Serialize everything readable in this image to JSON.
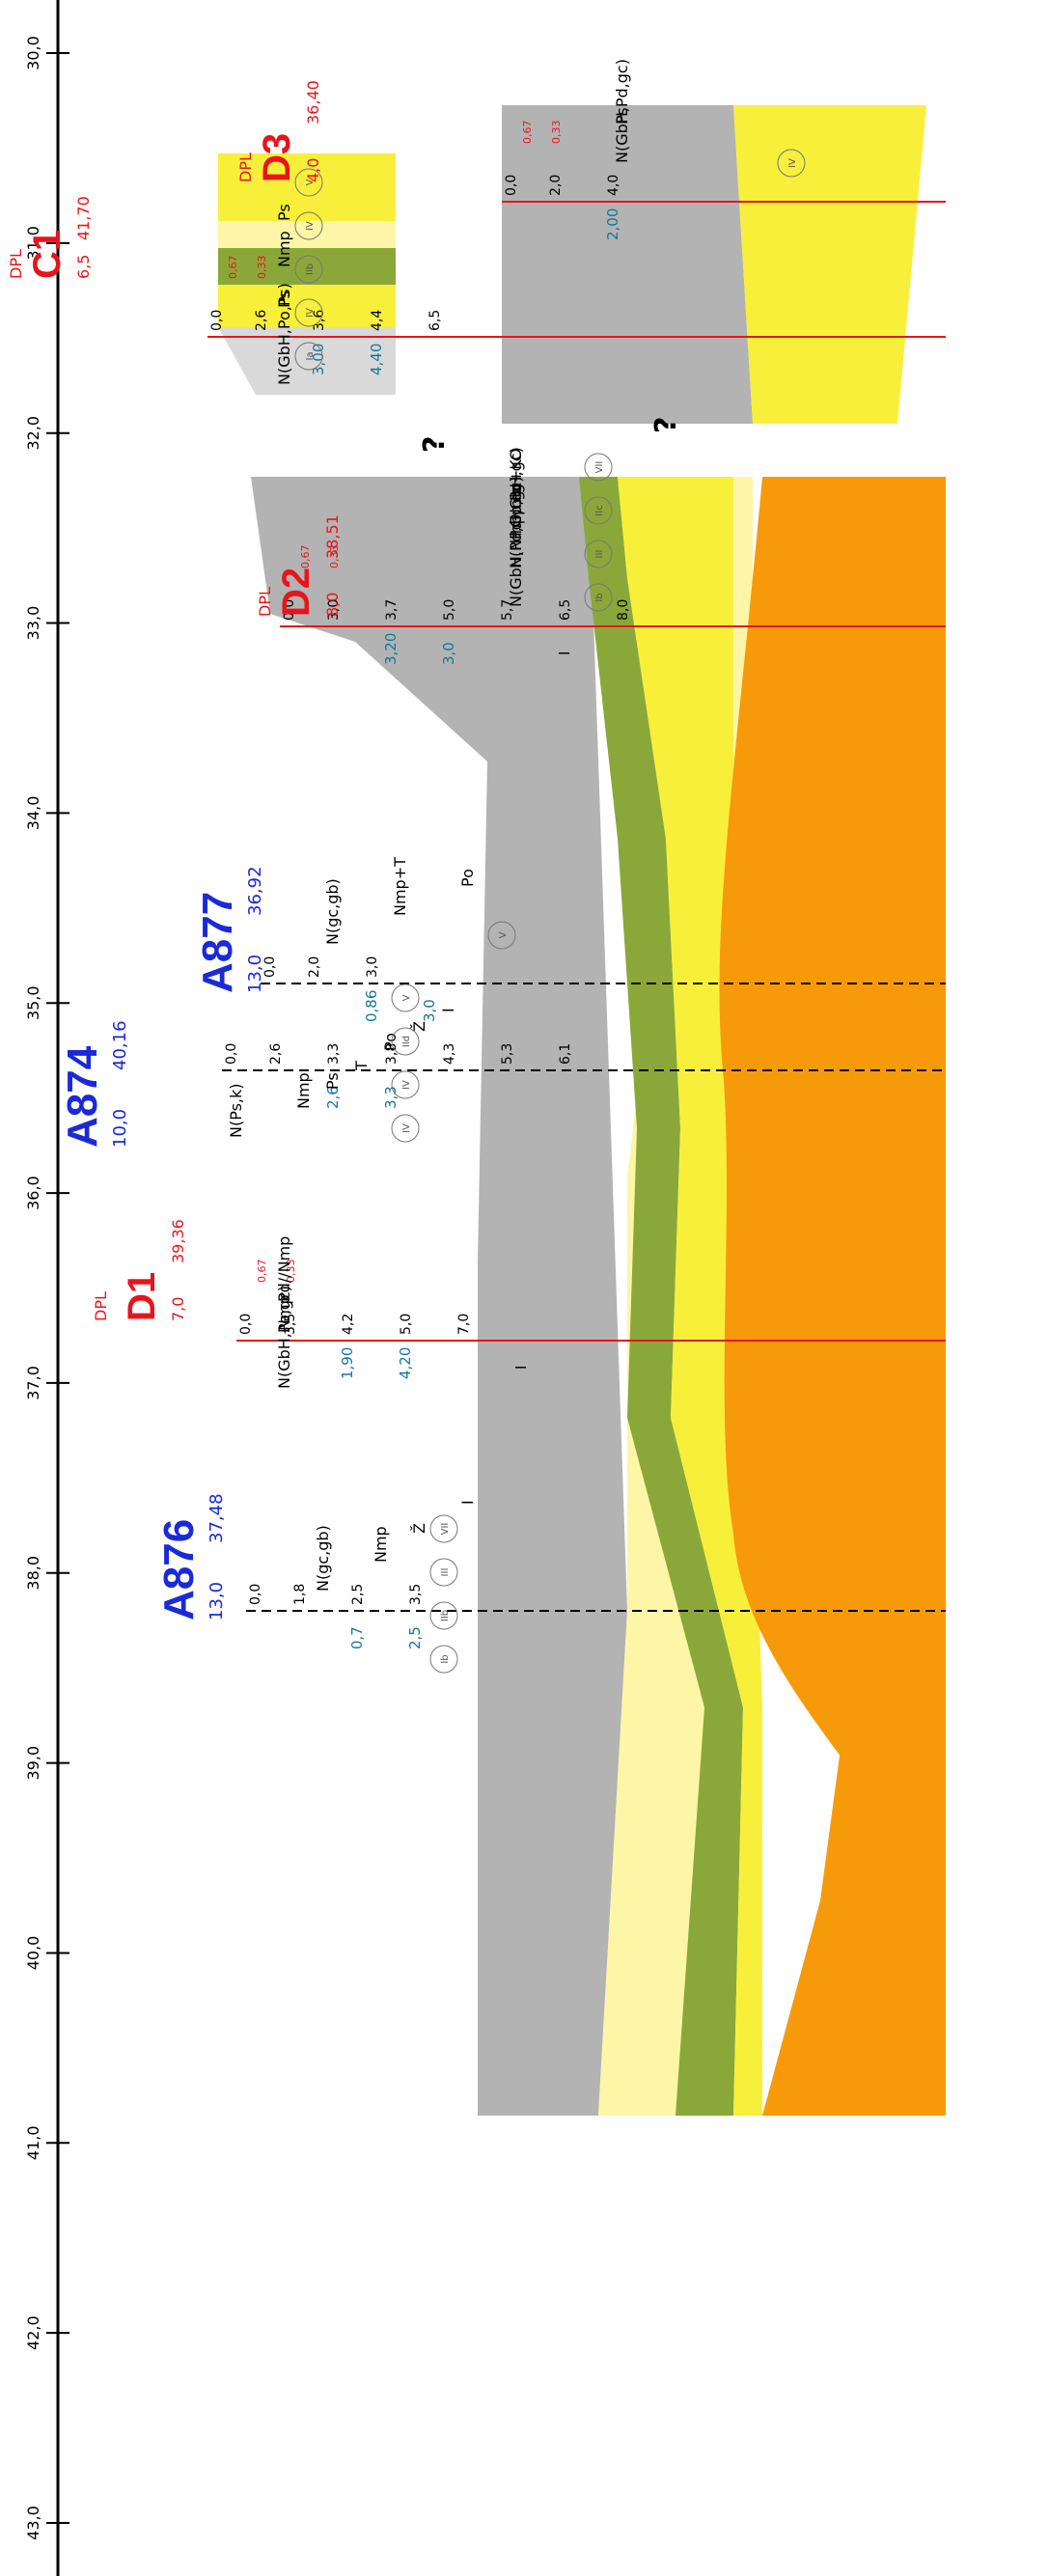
{
  "axis": {
    "labels": [
      "43,0",
      "42,0",
      "41,0",
      "40,0",
      "39,0",
      "38,0",
      "37,0",
      "36,0",
      "35,0",
      "34,0",
      "33,0",
      "32,0",
      "31,0",
      "30,0"
    ]
  },
  "colors": {
    "gray": "#b3b3b3",
    "light_gray": "#d9d9d9",
    "yellow": "#f8ef3a",
    "pale_yellow": "#fcf6a6",
    "olive": "#8aa83a",
    "orange": "#f79a0a",
    "red": "#e8141b",
    "blue": "#1a2ad8",
    "teal": "#12769c"
  },
  "probes": [
    {
      "id": "C1",
      "method": "DPL",
      "depth": "6,5",
      "elev": "41,70",
      "top_val": "0,0",
      "depths": [
        "2,6",
        "3,6",
        "4,4",
        "6,5"
      ],
      "layers": [
        "N(GbH,Po,Ps)",
        "Ps",
        "Nmp",
        "Ps"
      ],
      "water": [
        "3,00",
        "4,40"
      ],
      "scale_top": "0,67",
      "scale_bot": "0,33",
      "zones": [
        "Ia",
        "IV",
        "IIb",
        "IV",
        "V"
      ]
    },
    {
      "id": "D1",
      "method": "DPL",
      "depth": "7,0",
      "elev": "39,36",
      "top_val": "0,0",
      "depths": [
        "3,5",
        "4,2",
        "5,0",
        "7,0"
      ],
      "layers": [
        "N(GbH,Po,gc)",
        "Nmp",
        "Pd//Nmp"
      ],
      "water": [
        "1,90",
        "4,20"
      ],
      "scale_top": "0,67",
      "scale_bot": "0,33",
      "marks": [
        "I"
      ]
    },
    {
      "id": "D2",
      "method": "DPL",
      "depth": "8,0",
      "elev": "38,51",
      "top_val": "0,0",
      "depths": [
        "3,0",
        "3,7",
        "5,0",
        "5,7",
        "6,5",
        "8,0"
      ],
      "layers": [
        "N(GbH,Pd,Gp,gc)",
        "N(Nmp,GbH,gc)",
        "Pd",
        "Nmg",
        "Po+KO"
      ],
      "water": [
        "3,20",
        "3,0"
      ],
      "scale_top": "0,67",
      "scale_bot": "0,33",
      "zones": [
        "Ib",
        "III",
        "IIc",
        "VII"
      ],
      "marks": [
        "I"
      ]
    },
    {
      "id": "D3",
      "method": "DPL",
      "depth": "4,0",
      "elev": "36,40",
      "top_val": "0,0",
      "depths": [
        "2,0",
        "4,0"
      ],
      "layers": [
        "N(GbH,Pd,gc)",
        "Ps"
      ],
      "water": [
        "2,00"
      ],
      "scale_top": "0,67",
      "scale_bot": "0,33",
      "zones": [
        "IV"
      ]
    }
  ],
  "boreholes": [
    {
      "id": "A874",
      "depth": "10,0",
      "elev": "40,16",
      "top_val": "0,0",
      "depths": [
        "2,6",
        "3,3",
        "3,8",
        "4,3",
        "5,3",
        "6,1"
      ],
      "layers": [
        "N(Ps,k)",
        "Nmp",
        "Ps",
        "T",
        "Po",
        "Ž",
        "I"
      ],
      "water": [
        "2,6",
        "3,3"
      ],
      "zones": [
        "IV",
        "IV",
        "IId",
        "V"
      ]
    },
    {
      "id": "A876",
      "depth": "13,0",
      "elev": "37,48",
      "top_val": "0,0",
      "depths": [
        "1,8",
        "2,5",
        "3,5"
      ],
      "layers": [
        "N(gc,gb)",
        "Nmp",
        "Ž",
        "I"
      ],
      "water": [
        "0,7",
        "2,5"
      ],
      "zones": [
        "Ib",
        "IIb",
        "III",
        "VII"
      ]
    },
    {
      "id": "A877",
      "depth": "13,0",
      "elev": "36,92",
      "top_val": "0,0",
      "depths": [
        "2,0",
        "3,0"
      ],
      "layers": [
        "N(gc,gb)",
        "Nmp+T",
        "Po"
      ],
      "water": [
        "0,86",
        "3,0"
      ],
      "zones": [
        "V"
      ]
    }
  ],
  "question_marks": [
    "?",
    "?"
  ]
}
